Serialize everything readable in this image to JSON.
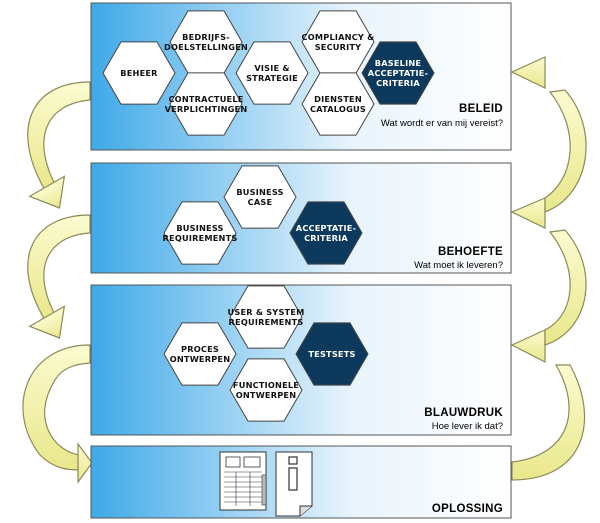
{
  "panels": [
    {
      "title": "BELEID",
      "subtitle": "Wat wordt er van mij vereist?",
      "hexes": [
        {
          "lines": [
            "BEHEER"
          ],
          "dark": false
        },
        {
          "lines": [
            "BEDRIJFS-",
            "DOELSTELLINGEN"
          ],
          "dark": false
        },
        {
          "lines": [
            "CONTRACTUELE",
            "VERPLICHTINGEN"
          ],
          "dark": false
        },
        {
          "lines": [
            "VISIE &",
            "STRATEGIE"
          ],
          "dark": false
        },
        {
          "lines": [
            "COMPLIANCY &",
            "SECURITY"
          ],
          "dark": false
        },
        {
          "lines": [
            "DIENSTEN",
            "CATALOGUS"
          ],
          "dark": false
        },
        {
          "lines": [
            "BASELINE",
            "ACCEPTATIE-",
            "CRITERIA"
          ],
          "dark": true
        }
      ]
    },
    {
      "title": "BEHOEFTE",
      "subtitle": "Wat moet ik leveren?",
      "hexes": [
        {
          "lines": [
            "BUSINESS",
            "CASE"
          ],
          "dark": false
        },
        {
          "lines": [
            "BUSINESS",
            "REQUIREMENTS"
          ],
          "dark": false
        },
        {
          "lines": [
            "ACCEPTATIE-",
            "CRITERIA"
          ],
          "dark": true
        }
      ]
    },
    {
      "title": "BLAUWDRUK",
      "subtitle": "Hoe lever ik dat?",
      "hexes": [
        {
          "lines": [
            "USER & SYSTEM",
            "REQUIREMENTS"
          ],
          "dark": false
        },
        {
          "lines": [
            "PROCES",
            "ONTWERPEN"
          ],
          "dark": false
        },
        {
          "lines": [
            "TESTSETS"
          ],
          "dark": true
        },
        {
          "lines": [
            "FUNCTIONELE",
            "ONTWERPEN"
          ],
          "dark": false
        }
      ]
    },
    {
      "title": "OPLOSSING",
      "subtitle": "",
      "hexes": [],
      "icons": [
        "server-icon",
        "info-document-icon"
      ]
    }
  ],
  "colors": {
    "panel_gradient_start": "#3fa9e8",
    "panel_gradient_end": "#ffffff",
    "dark_hex": "#0d3a5c",
    "arrow_fill": "#f4f3a6",
    "arrow_stroke": "#8c8a5a"
  }
}
